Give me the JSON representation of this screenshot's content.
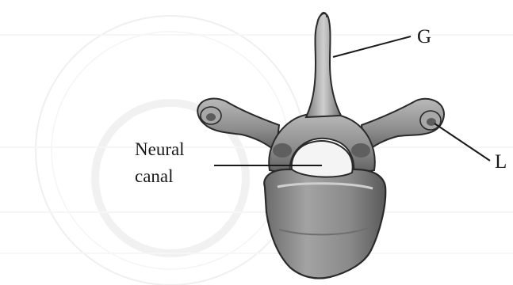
{
  "labels": {
    "g": "G",
    "l": "L",
    "neural_canal_line1": "Neural",
    "neural_canal_line2": "canal"
  },
  "colors": {
    "bone_fill": "#8f8f8f",
    "bone_shadow": "#5c5c5c",
    "bone_highlight": "#c9c9c9",
    "outline": "#2a2a2a",
    "canal_fill": "#f4f4f4",
    "leader_line": "#1a1a1a",
    "watermark": "#e6e6e6"
  }
}
